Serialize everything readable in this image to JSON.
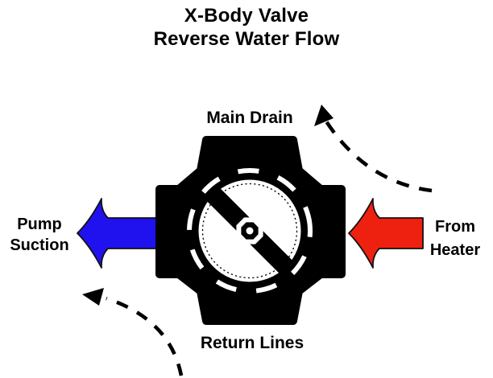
{
  "title": {
    "line1": "X-Body Valve",
    "line2": "Reverse Water Flow"
  },
  "labels": {
    "main_drain": "Main Drain",
    "pump_suction_line1": "Pump",
    "pump_suction_line2": "Suction",
    "from_heater_line1": "From",
    "from_heater_line2": "Heater",
    "return_lines": "Return Lines"
  },
  "colors": {
    "pump_suction_arrow": "#2012ee",
    "from_heater_arrow": "#ee2110",
    "valve_body": "#000000",
    "dashed_flow": "#000000",
    "background": "#ffffff"
  }
}
